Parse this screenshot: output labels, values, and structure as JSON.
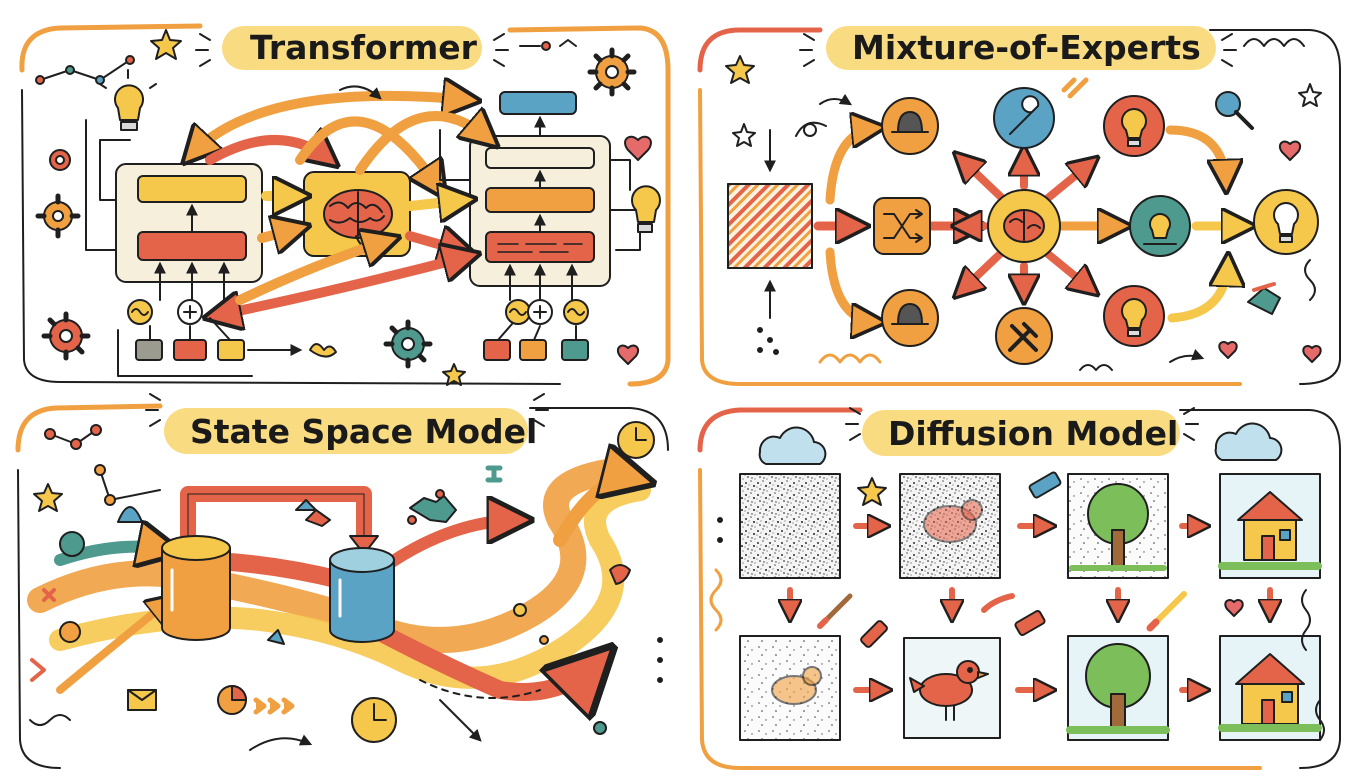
{
  "colors": {
    "ink": "#1f1f1f",
    "yellow": "#f5c84c",
    "highlight": "#f9dc82",
    "orange": "#f0a040",
    "red": "#e4644a",
    "teal": "#4f9a8f",
    "blue": "#5aa3c4",
    "cream": "#f6efdc",
    "pink": "#e56a6a",
    "green": "#7cbf5a"
  },
  "panels": {
    "transformer": {
      "title": "Transformer"
    },
    "moe": {
      "title": "Mixture-of-Experts"
    },
    "ssm": {
      "title": "State Space Model"
    },
    "diffusion": {
      "title": "Diffusion Model"
    }
  },
  "icons": {
    "transformer": [
      "brain-icon",
      "lightbulb-icon",
      "gear-icon",
      "star-icon",
      "heart-icon",
      "plus-icon"
    ],
    "moe": [
      "brain-icon",
      "shuffle-icon",
      "hat-icon",
      "wrench-icon",
      "lightbulb-icon",
      "hammer-icon",
      "magnifier-icon",
      "star-icon",
      "heart-icon"
    ],
    "ssm": [
      "cylinder-icon",
      "clock-icon",
      "star-icon",
      "pie-icon"
    ],
    "diffusion": [
      "cloud-icon",
      "bird-icon",
      "tree-icon",
      "house-icon",
      "eraser-icon",
      "brush-icon",
      "heart-icon",
      "star-icon"
    ]
  }
}
